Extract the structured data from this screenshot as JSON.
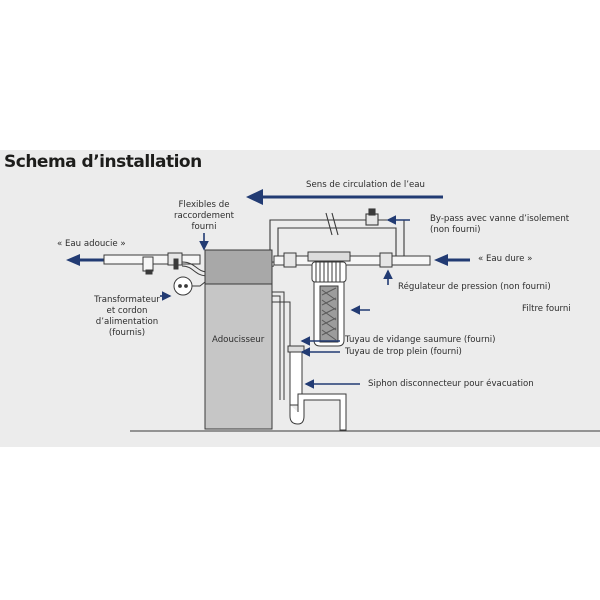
{
  "title": "Schema d’installation",
  "labels": {
    "flow_direction": "Sens de circulation de l’eau",
    "hoses": [
      "Flexibles de",
      "raccordement",
      "fourni"
    ],
    "soft_water": "« Eau adoucie »",
    "hard_water": "« Eau dure »",
    "bypass": [
      "By-pass avec vanne d’isolement",
      "(non fourni)"
    ],
    "transformer": [
      "Transformateur",
      "et cordon",
      "d’alimentation",
      "(fournis)"
    ],
    "pressure_regulator": "Régulateur de pression (non fourni)",
    "filter": "Filtre fourni",
    "softener": "Adoucisseur",
    "brine_drain": "Tuyau de vidange saumure (fourni)",
    "overflow": "Tuyau de trop plein (fourni)",
    "siphon": "Siphon disconnecteur pour évacuation"
  },
  "colors": {
    "panel": "#ececec",
    "arrow": "#223b73",
    "softener_body": "#c6c6c6",
    "softener_top": "#a8a8a8",
    "line": "#3a3a3a"
  }
}
